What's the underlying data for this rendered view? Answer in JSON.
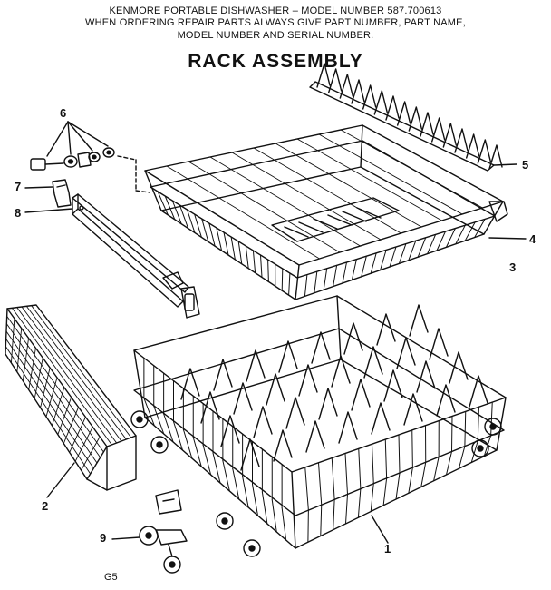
{
  "header": {
    "line1": "KENMORE PORTABLE DISHWASHER – MODEL NUMBER 587.700613",
    "line2": "WHEN ORDERING REPAIR PARTS ALWAYS GIVE PART NUMBER, PART NAME,",
    "line3": "MODEL NUMBER AND SERIAL NUMBER."
  },
  "title": "RACK ASSEMBLY",
  "callouts": {
    "c1": "1",
    "c2": "2",
    "c3": "3",
    "c4": "4",
    "c5": "5",
    "c6": "6",
    "c7": "7",
    "c8": "8",
    "c9": "9"
  },
  "page_code": "G5",
  "colors": {
    "ink": "#111111",
    "paper": "#ffffff"
  }
}
